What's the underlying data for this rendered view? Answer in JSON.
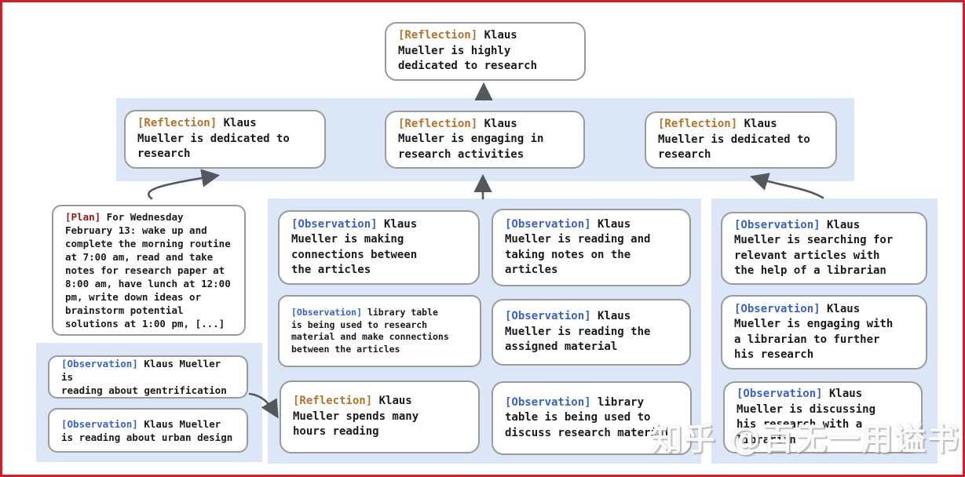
{
  "colors": {
    "band": "#dbe7f6",
    "box_border": "#9a9a9a",
    "reflection_tag": "#b5722d",
    "observation_tag": "#3a62c6",
    "plan_tag": "#8e1a15",
    "text": "#1b1b1b",
    "arrow": "#54585c",
    "frame": "#cb2127"
  },
  "nodes": {
    "top_reflection": {
      "tag": "[Reflection]",
      "text": " Klaus\nMueller is highly\ndedicated to research"
    },
    "reflection_left": {
      "tag": "[Reflection]",
      "text": " Klaus\nMueller is dedicated to\nresearch"
    },
    "reflection_mid": {
      "tag": "[Reflection]",
      "text": " Klaus\nMueller is engaging in\nresearch activities"
    },
    "reflection_right": {
      "tag": "[Reflection]",
      "text": " Klaus\nMueller is dedicated to\nresearch"
    },
    "plan": {
      "tag": "[Plan]",
      "text": " For Wednesday\nFebruary 13: wake up and\ncomplete the morning routine\nat 7:00 am, read and take\nnotes for research paper at\n8:00 am, have lunch at 12:00\npm, write down ideas or\nbrainstorm potential\nsolutions at 1:00 pm, [...]"
    },
    "obs_gentrification": {
      "tag": "[Observation]",
      "text": " Klaus Mueller is\nreading about gentrification"
    },
    "obs_urban_design": {
      "tag": "[Observation]",
      "text": " Klaus Mueller\nis reading about urban design"
    },
    "obs_connections": {
      "tag": "[Observation]",
      "text": " Klaus\nMueller is making\nconnections between\nthe articles"
    },
    "obs_library_research": {
      "tag": "[Observation]",
      "text": " library table\nis being used to research\nmaterial and make connections\nbetween the articles"
    },
    "reflection_hours": {
      "tag": "[Reflection]",
      "text": " Klaus\nMueller spends many\nhours reading"
    },
    "obs_reading_notes": {
      "tag": "[Observation]",
      "text": " Klaus\nMueller is reading and\ntaking notes on the\narticles"
    },
    "obs_assigned_material": {
      "tag": "[Observation]",
      "text": " Klaus\nMueller is reading the\nassigned material"
    },
    "obs_library_discuss": {
      "tag": "[Observation]",
      "text": " library\ntable is being used to\ndiscuss research material"
    },
    "obs_searching_articles": {
      "tag": "[Observation]",
      "text": " Klaus\nMueller is searching for\nrelevant articles with\nthe help of a librarian"
    },
    "obs_engaging_librarian": {
      "tag": "[Observation]",
      "text": " Klaus\nMueller is engaging with\na librarian to further\nhis research"
    },
    "obs_discussing_research": {
      "tag": "[Observation]",
      "text": " Klaus\nMueller is discussing\nhis research with a\nlibrarian"
    }
  },
  "watermark": {
    "text": "知乎 @百无一用谥书生"
  }
}
